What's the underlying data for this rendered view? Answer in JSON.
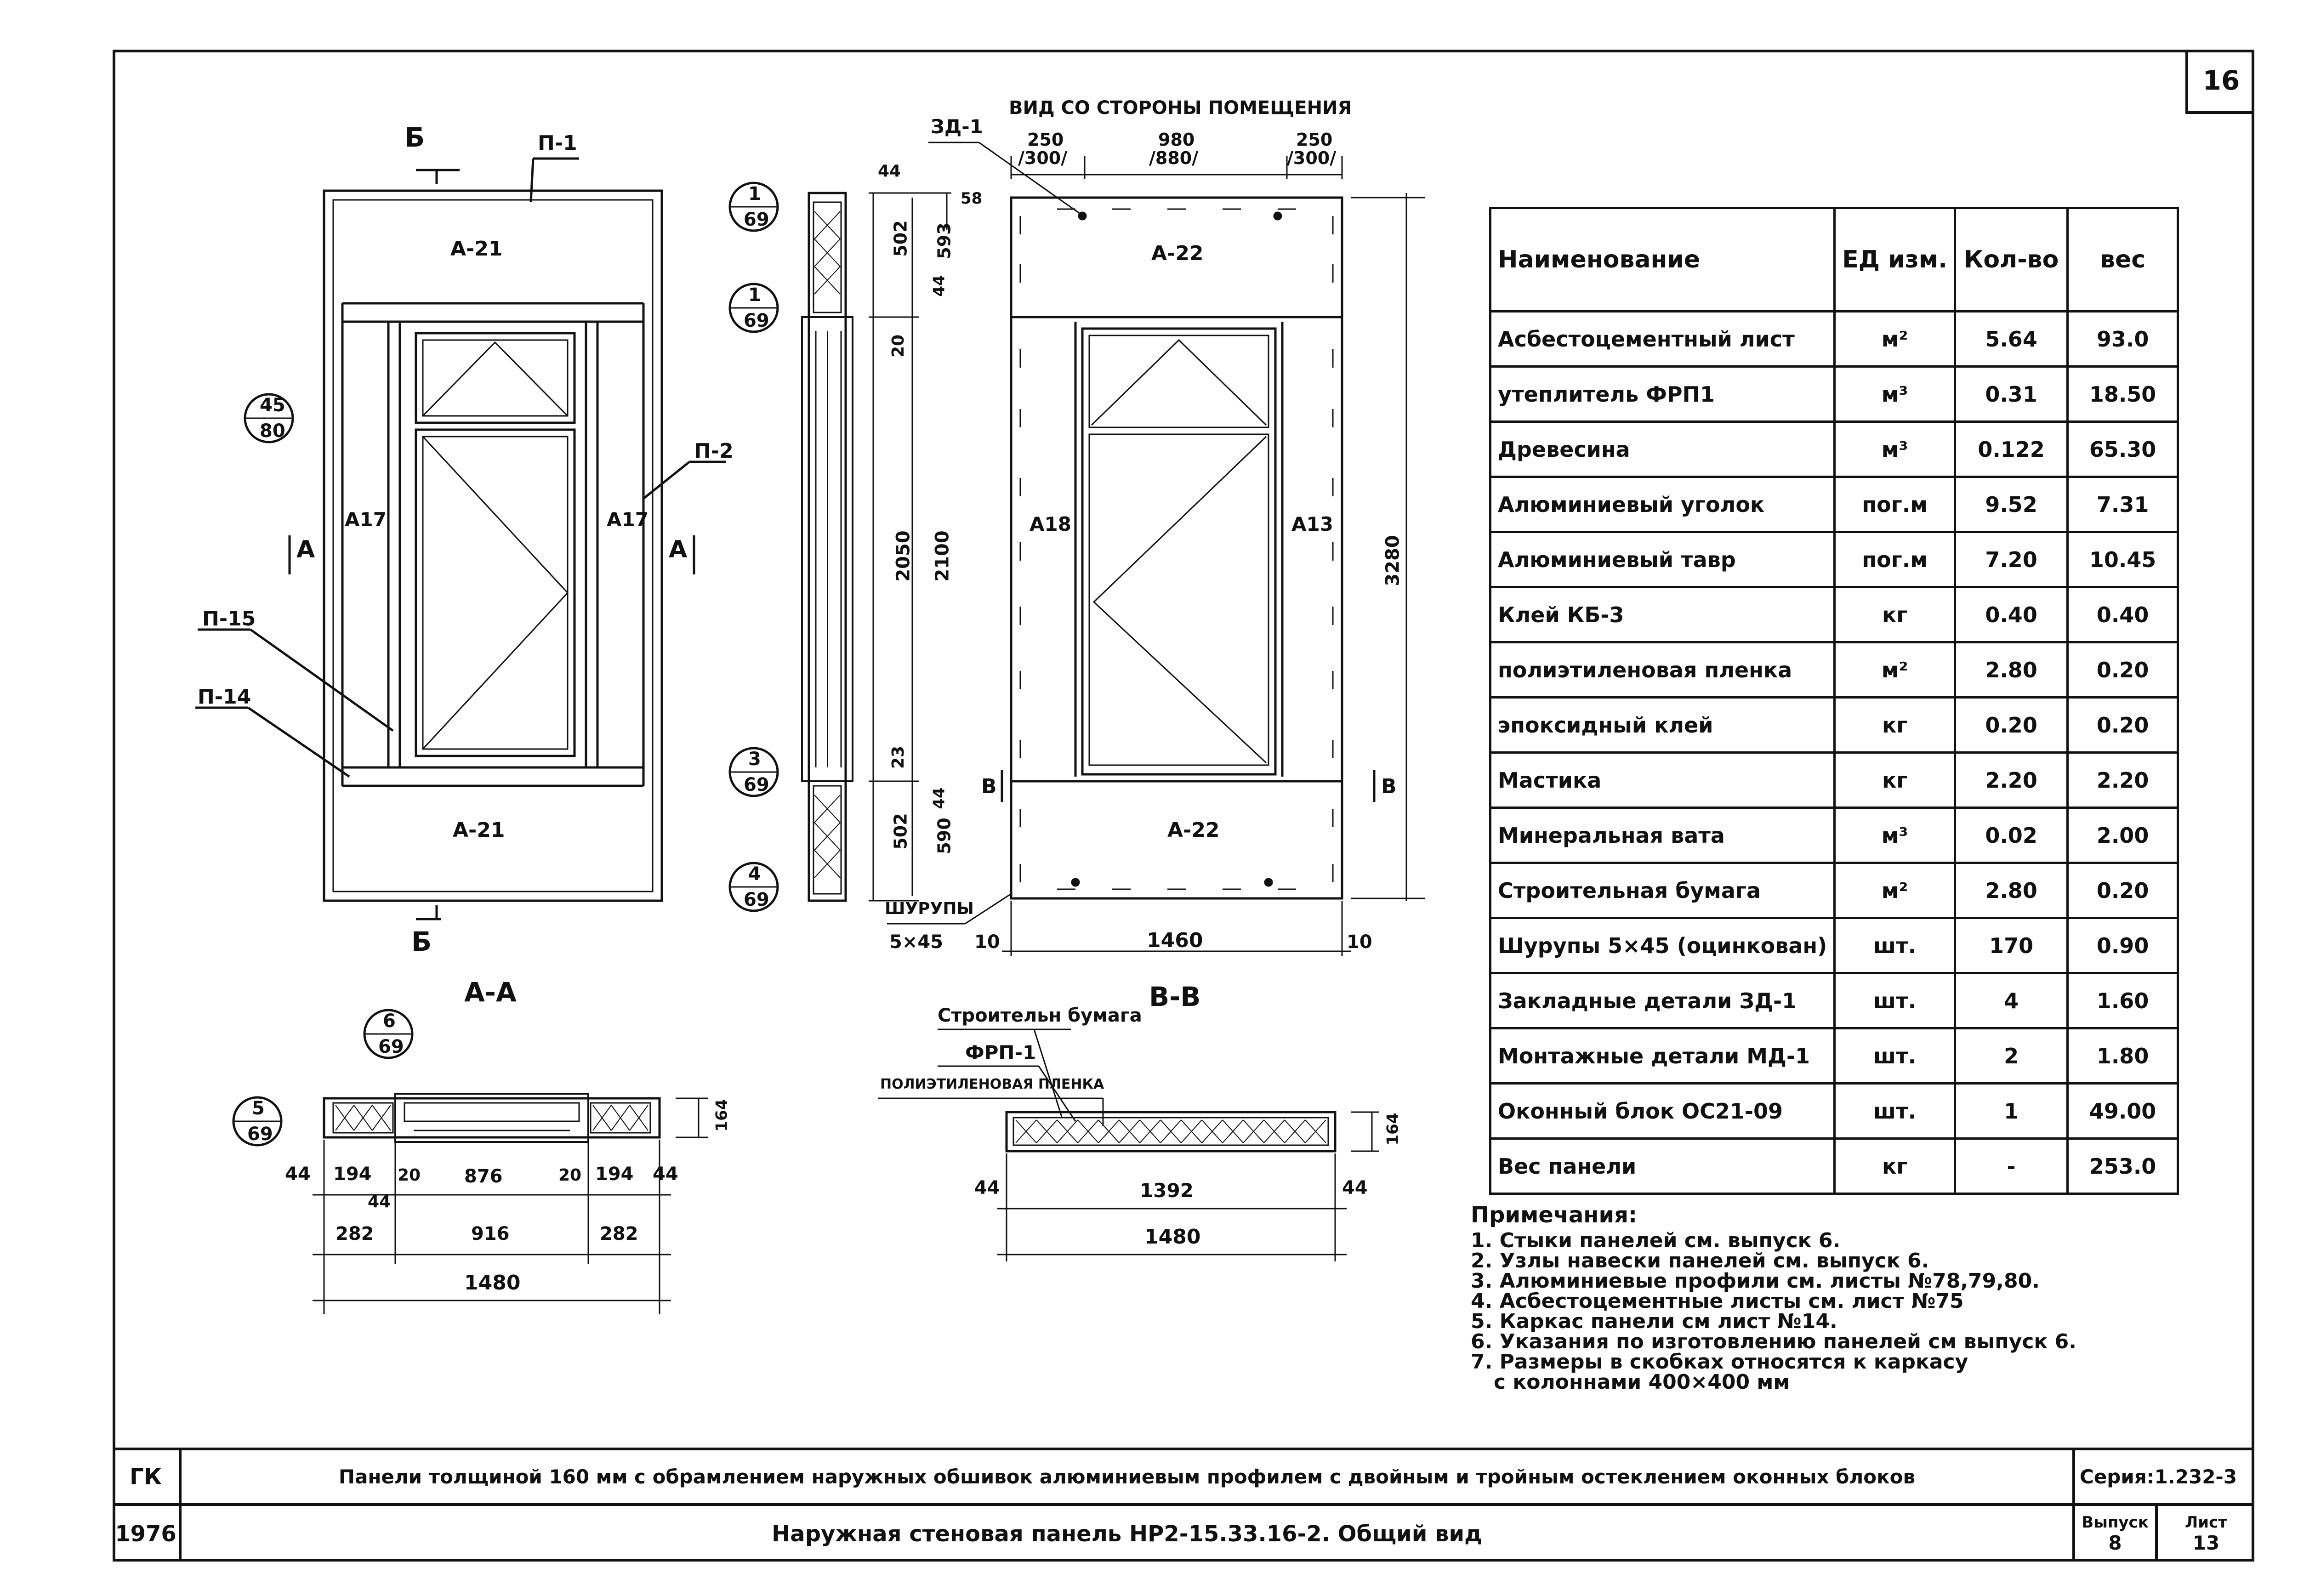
{
  "sheet_number": "16",
  "top_caption": "ВИД СО СТОРОНЫ ПОМЕЩЕНИЯ",
  "labels": {
    "section_b_left": "Б",
    "section_b_bottom": "Б",
    "p1": "П-1",
    "p2": "П-2",
    "p15": "П-15",
    "p14": "П-14",
    "a21_top": "А-21",
    "a21_bottom": "А-21",
    "a17_left": "А17",
    "a17_right": "А17",
    "arrow_a_left": "А",
    "arrow_a_right": "А",
    "zd1": "ЗД-1",
    "a22_top": "А-22",
    "a22_bottom": "А-22",
    "a18": "А18",
    "a13": "А13",
    "arrow_v_left": "В",
    "arrow_v_right": "В",
    "shurupy": "ШУРУПЫ",
    "shurupy_size": "5×45",
    "section_aa": "А-А",
    "section_vv": "В-В",
    "constr_paper": "Строительн бумага",
    "frp1": "ФРП-1",
    "poly_film": "ПОЛИЭТИЛЕНОВАЯ ПЛЕНКА"
  },
  "callouts": [
    {
      "num": "45",
      "den": "80"
    },
    {
      "num": "1",
      "den": "69"
    },
    {
      "num": "1",
      "den": "69"
    },
    {
      "num": "3",
      "den": "69"
    },
    {
      "num": "4",
      "den": "69"
    },
    {
      "num": "6",
      "den": "69"
    },
    {
      "num": "5",
      "den": "69"
    }
  ],
  "dims": {
    "top_250_left": "250",
    "top_300_left": "/300/",
    "top_980": "980",
    "top_880": "/880/",
    "top_250_right": "250",
    "top_300_right": "/300/",
    "d44_top": "44",
    "d58": "58",
    "d502_top": "502",
    "d44_mid": "44",
    "d593": "593",
    "d20": "20",
    "d2050": "2050",
    "d2100": "2100",
    "d23": "23",
    "d502_bot": "502",
    "d44_bot": "44",
    "d590": "590",
    "d3280": "3280",
    "d10_left": "10",
    "d1460": "1460",
    "d10_right": "10",
    "aa_44_l": "44",
    "aa_194_l": "194",
    "aa_20_l": "20",
    "aa_876": "876",
    "aa_20_r": "20",
    "aa_194_r": "194",
    "aa_44_r": "44",
    "aa_44_mid": "44",
    "aa_282_l": "282",
    "aa_916": "916",
    "aa_282_r": "282",
    "aa_1480": "1480",
    "aa_164": "164",
    "vv_44_l": "44",
    "vv_1392": "1392",
    "vv_44_r": "44",
    "vv_1480": "1480",
    "vv_164": "164"
  },
  "table": {
    "headers": [
      "Наименование",
      "ЕД изм.",
      "Кол-во",
      "вес"
    ],
    "rows": [
      [
        "Асбестоцементный лист",
        "м²",
        "5.64",
        "93.0"
      ],
      [
        "утеплитель ФРП1",
        "м³",
        "0.31",
        "18.50"
      ],
      [
        "Древесина",
        "м³",
        "0.122",
        "65.30"
      ],
      [
        "Алюминиевый уголок",
        "пог.м",
        "9.52",
        "7.31"
      ],
      [
        "Алюминиевый тавр",
        "пог.м",
        "7.20",
        "10.45"
      ],
      [
        "Клей КБ-3",
        "кг",
        "0.40",
        "0.40"
      ],
      [
        "полиэтиленовая пленка",
        "м²",
        "2.80",
        "0.20"
      ],
      [
        "эпоксидный клей",
        "кг",
        "0.20",
        "0.20"
      ],
      [
        "Мастика",
        "кг",
        "2.20",
        "2.20"
      ],
      [
        "Минеральная вата",
        "м³",
        "0.02",
        "2.00"
      ],
      [
        "Строительная бумага",
        "м²",
        "2.80",
        "0.20"
      ],
      [
        "Шурупы 5×45 (оцинкован)",
        "шт.",
        "170",
        "0.90"
      ],
      [
        "Закладные детали ЗД-1",
        "шт.",
        "4",
        "1.60"
      ],
      [
        "Монтажные детали МД-1",
        "шт.",
        "2",
        "1.80"
      ],
      [
        "Оконный блок ОС21-09",
        "шт.",
        "1",
        "49.00"
      ],
      [
        "Вес панели",
        "кг",
        "-",
        "253.0"
      ]
    ]
  },
  "notes": {
    "title": "Примечания:",
    "items": [
      "1. Стыки панелей см. выпуск 6.",
      "2. Узлы навески панелей см. выпуск 6.",
      "3. Алюминиевые профили см. листы №78,79,80.",
      "4. Асбестоцементные листы см. лист №75",
      "5. Каркас панели см лист №14.",
      "6. Указания по изготовлению панелей см выпуск 6.",
      "7. Размеры в скобках относятся к каркасу",
      "с колоннами 400×400 мм"
    ]
  },
  "title_block": {
    "org": "ГК",
    "year": "1976",
    "description": "Панели толщиной 160 мм с обрамлением наружных обшивок алюминиевым профилем с двойным и тройным остеклением оконных блоков",
    "title": "Наружная стеновая панель НР2-15.33.16-2. Общий вид",
    "series_label": "Серия:",
    "series_value": "1.232-3",
    "issue_label": "Выпуск",
    "issue_value": "8",
    "sheet_label": "Лист",
    "sheet_value": "13"
  }
}
